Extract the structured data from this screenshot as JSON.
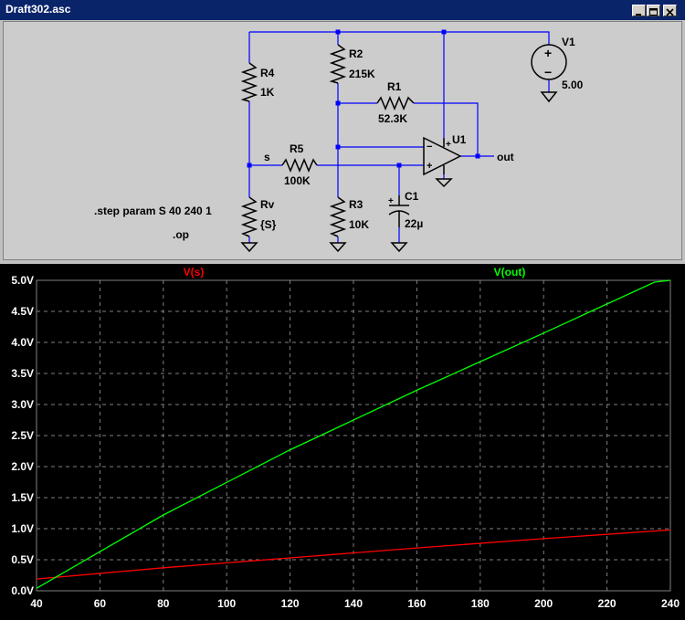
{
  "window": {
    "title": "Draft302.asc"
  },
  "title_buttons": {
    "minimize": "_",
    "maximize": "□",
    "close": "×"
  },
  "schematic": {
    "components": {
      "R4": {
        "ref": "R4",
        "value": "1K"
      },
      "R2": {
        "ref": "R2",
        "value": "215K"
      },
      "R1": {
        "ref": "R1",
        "value": "52.3K"
      },
      "R5": {
        "ref": "R5",
        "value": "100K"
      },
      "R3": {
        "ref": "R3",
        "value": "10K"
      },
      "Rv": {
        "ref": "Rv",
        "value": "{S}"
      },
      "C1": {
        "ref": "C1",
        "value": "22µ"
      },
      "U1": {
        "ref": "U1"
      },
      "V1": {
        "ref": "V1",
        "value": "5.00"
      }
    },
    "net_labels": {
      "s": "s",
      "out": "out"
    },
    "directives": {
      "step": ".step param S 40 240 1",
      "op": ".op"
    },
    "opamp_pins": {
      "minus": "−",
      "plus": "+",
      "plus2": "+"
    },
    "source_signs": {
      "plus": "+",
      "minus": "−"
    },
    "cap_sign": "+"
  },
  "colors": {
    "wire": "#0000ff",
    "component": "#000000",
    "grid": "#808080",
    "trace_s": "#ff0000",
    "trace_out": "#00ff00",
    "axis_text": "#ffffff"
  },
  "chart_data": {
    "type": "line",
    "x": [
      40,
      240
    ],
    "xlim": [
      40,
      240
    ],
    "ylim": [
      0,
      5
    ],
    "xticks": [
      "40",
      "60",
      "80",
      "100",
      "120",
      "140",
      "160",
      "180",
      "200",
      "220",
      "240"
    ],
    "yticks": [
      "0.0V",
      "0.5V",
      "1.0V",
      "1.5V",
      "2.0V",
      "2.5V",
      "3.0V",
      "3.5V",
      "4.0V",
      "4.5V",
      "5.0V"
    ],
    "grid": true,
    "series": [
      {
        "name": "V(s)",
        "color": "#ff0000",
        "values": [
          [
            40,
            0.19
          ],
          [
            80,
            0.37
          ],
          [
            120,
            0.53
          ],
          [
            160,
            0.69
          ],
          [
            200,
            0.84
          ],
          [
            240,
            0.98
          ]
        ]
      },
      {
        "name": "V(out)",
        "color": "#00ff00",
        "values": [
          [
            40,
            0.04
          ],
          [
            80,
            1.22
          ],
          [
            120,
            2.27
          ],
          [
            160,
            3.23
          ],
          [
            200,
            4.15
          ],
          [
            235,
            4.97
          ],
          [
            240,
            5.0
          ]
        ]
      }
    ]
  }
}
